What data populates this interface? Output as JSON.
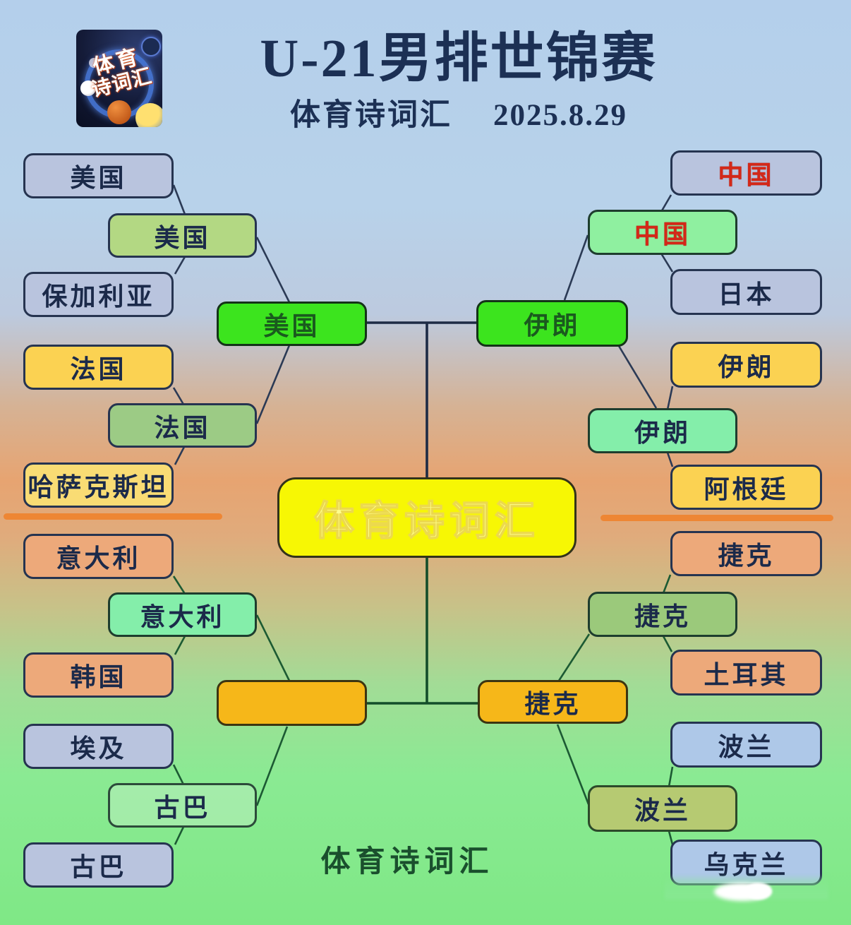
{
  "header": {
    "title": "U-21男排世锦赛",
    "channel": "体育诗词汇",
    "date": "2025.8.29",
    "logo": {
      "line1": "体育",
      "line2": "诗词汇"
    }
  },
  "bracket": {
    "left": {
      "round16": [
        "美国",
        "保加利亚",
        "法国",
        "哈萨克斯坦",
        "意大利",
        "韩国",
        "埃及",
        "古巴"
      ],
      "quarterfinal": [
        "美国",
        "法国",
        "意大利",
        "古巴"
      ],
      "semifinal_winner": "美国",
      "bottom_slot": ""
    },
    "right": {
      "round16": [
        "中国",
        "日本",
        "伊朗",
        "阿根廷",
        "捷克",
        "土耳其",
        "波兰",
        "乌克兰"
      ],
      "quarterfinal": [
        "中国",
        "伊朗",
        "捷克",
        "波兰"
      ],
      "semifinal_winner": "伊朗",
      "bottom_slot": "捷克"
    }
  },
  "center": {
    "watermark": "体育诗词汇"
  },
  "footer": {
    "watermark": "体育诗词汇"
  },
  "colors": {
    "highlight_green": "#3ce41e",
    "light_green": "#8ff0a0",
    "mint": "#84eeaa",
    "amber": "#f6b719",
    "yellow_box": "#fbd252",
    "pale_yellow_box": "#f9dc74",
    "salmon_box": "#eda97a",
    "blue_box": "#b9c4de",
    "light_blue_box": "#aec8e8",
    "olive_box": "#b6ca72",
    "china_red_text": "#d42818",
    "center_yellow": "#f7f704",
    "divider_orange": "#ee8634",
    "title_navy": "#1c3054"
  }
}
